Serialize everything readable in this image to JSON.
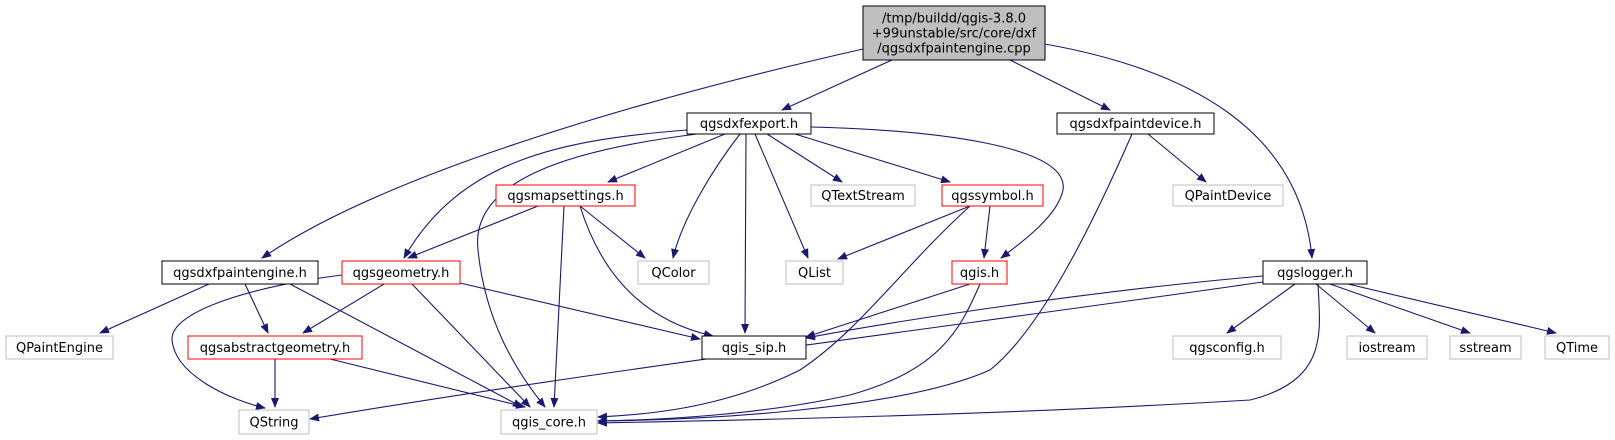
{
  "diagram": {
    "colors": {
      "edge": "#191970",
      "node_black": "#000000",
      "node_red": "#ff0000",
      "node_gray": "#bfbfbf",
      "text": "#000000",
      "fill_root": "#bfbfbf",
      "fill_default": "#ffffff"
    },
    "nodes": [
      {
        "id": "root",
        "label": "/tmp/buildd/qgis-3.8.0\n+99unstable/src/core/dxf\n/qgsdxfpaintengine.cpp",
        "kind": "root"
      },
      {
        "id": "dxfexport",
        "label": "qgsdxfexport.h",
        "kind": "black"
      },
      {
        "id": "dxfpaintdevice",
        "label": "qgsdxfpaintdevice.h",
        "kind": "black"
      },
      {
        "id": "mapsettings",
        "label": "qgsmapsettings.h",
        "kind": "red"
      },
      {
        "id": "qtextstream",
        "label": "QTextStream",
        "kind": "gray"
      },
      {
        "id": "symbol",
        "label": "qgssymbol.h",
        "kind": "red"
      },
      {
        "id": "qpaintdevice",
        "label": "QPaintDevice",
        "kind": "gray"
      },
      {
        "id": "dxfpaintengine",
        "label": "qgsdxfpaintengine.h",
        "kind": "black"
      },
      {
        "id": "geometry",
        "label": "qgsgeometry.h",
        "kind": "red"
      },
      {
        "id": "qcolor",
        "label": "QColor",
        "kind": "gray"
      },
      {
        "id": "qlist",
        "label": "QList",
        "kind": "gray"
      },
      {
        "id": "qgis",
        "label": "qgis.h",
        "kind": "red"
      },
      {
        "id": "logger",
        "label": "qgslogger.h",
        "kind": "black"
      },
      {
        "id": "qpaintengine",
        "label": "QPaintEngine",
        "kind": "gray"
      },
      {
        "id": "abstractgeometry",
        "label": "qgsabstractgeometry.h",
        "kind": "red"
      },
      {
        "id": "qgissip",
        "label": "qgis_sip.h",
        "kind": "black"
      },
      {
        "id": "qgsconfig",
        "label": "qgsconfig.h",
        "kind": "gray"
      },
      {
        "id": "iostream",
        "label": "iostream",
        "kind": "gray"
      },
      {
        "id": "sstream",
        "label": "sstream",
        "kind": "gray"
      },
      {
        "id": "qtime",
        "label": "QTime",
        "kind": "gray"
      },
      {
        "id": "qstring",
        "label": "QString",
        "kind": "gray"
      },
      {
        "id": "qgiscore",
        "label": "qgis_core.h",
        "kind": "gray"
      }
    ],
    "edges": [
      {
        "from": "root",
        "to": "dxfexport"
      },
      {
        "from": "root",
        "to": "dxfpaintdevice"
      },
      {
        "from": "root",
        "to": "dxfpaintengine"
      },
      {
        "from": "root",
        "to": "logger"
      },
      {
        "from": "dxfexport",
        "to": "mapsettings"
      },
      {
        "from": "dxfexport",
        "to": "qtextstream"
      },
      {
        "from": "dxfexport",
        "to": "symbol"
      },
      {
        "from": "dxfexport",
        "to": "geometry"
      },
      {
        "from": "dxfexport",
        "to": "qcolor"
      },
      {
        "from": "dxfexport",
        "to": "qlist"
      },
      {
        "from": "dxfexport",
        "to": "qgis"
      },
      {
        "from": "dxfexport",
        "to": "qgissip"
      },
      {
        "from": "dxfexport",
        "to": "qgiscore"
      },
      {
        "from": "dxfpaintdevice",
        "to": "qpaintdevice"
      },
      {
        "from": "dxfpaintdevice",
        "to": "qgiscore"
      },
      {
        "from": "mapsettings",
        "to": "geometry"
      },
      {
        "from": "mapsettings",
        "to": "qcolor"
      },
      {
        "from": "mapsettings",
        "to": "qgissip"
      },
      {
        "from": "mapsettings",
        "to": "qgiscore"
      },
      {
        "from": "symbol",
        "to": "qlist"
      },
      {
        "from": "symbol",
        "to": "qgis"
      },
      {
        "from": "symbol",
        "to": "qgiscore"
      },
      {
        "from": "dxfpaintengine",
        "to": "qpaintengine"
      },
      {
        "from": "dxfpaintengine",
        "to": "abstractgeometry"
      },
      {
        "from": "dxfpaintengine",
        "to": "qgiscore"
      },
      {
        "from": "geometry",
        "to": "abstractgeometry"
      },
      {
        "from": "geometry",
        "to": "qgissip"
      },
      {
        "from": "geometry",
        "to": "qstring"
      },
      {
        "from": "geometry",
        "to": "qgiscore"
      },
      {
        "from": "qgis",
        "to": "qgissip"
      },
      {
        "from": "qgis",
        "to": "qgiscore"
      },
      {
        "from": "logger",
        "to": "qgissip"
      },
      {
        "from": "logger",
        "to": "qgsconfig"
      },
      {
        "from": "logger",
        "to": "iostream"
      },
      {
        "from": "logger",
        "to": "sstream"
      },
      {
        "from": "logger",
        "to": "qtime"
      },
      {
        "from": "logger",
        "to": "qstring"
      },
      {
        "from": "logger",
        "to": "qgiscore"
      },
      {
        "from": "abstractgeometry",
        "to": "qstring"
      },
      {
        "from": "abstractgeometry",
        "to": "qgiscore"
      }
    ]
  }
}
